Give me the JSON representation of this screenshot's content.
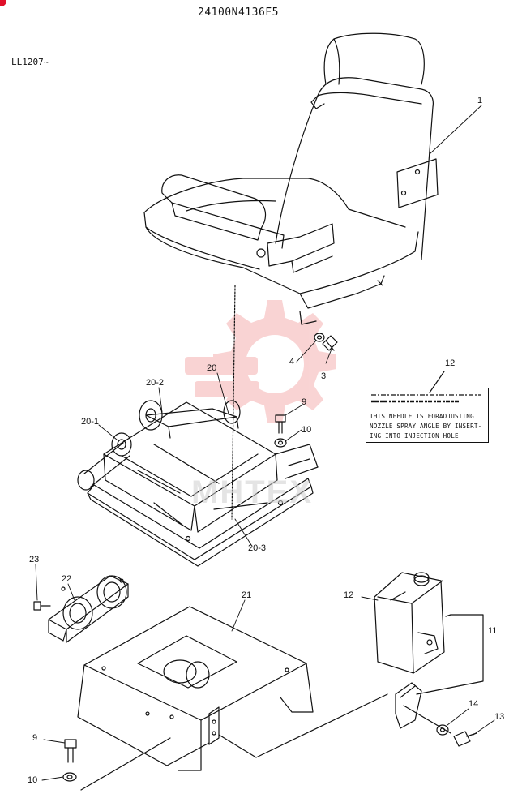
{
  "header": {
    "doc_number": "24100N4136F5",
    "serial_range": "LL1207~"
  },
  "watermark": {
    "text": "MHTEX",
    "logo_color": "#f2a0a0"
  },
  "callouts": {
    "c1": "1",
    "c3": "3",
    "c4": "4",
    "c9a": "9",
    "c10a": "10",
    "c12a": "12",
    "c20": "20",
    "c20_1": "20-1",
    "c20_2": "20-2",
    "c20_3": "20-3",
    "c21": "21",
    "c22": "22",
    "c23": "23",
    "c12b": "12",
    "c11": "11",
    "c14": "14",
    "c13": "13",
    "c9b": "9",
    "c10b": "10"
  },
  "warning_label": {
    "line1": "THIS NEEDLE IS FORADJUSTING",
    "line2": "NOZZLE SPRAY ANGLE BY INSERT-",
    "line3": "ING INTO INJECTION HOLE"
  },
  "colors": {
    "line": "#111111",
    "accent": "#e0102a"
  }
}
